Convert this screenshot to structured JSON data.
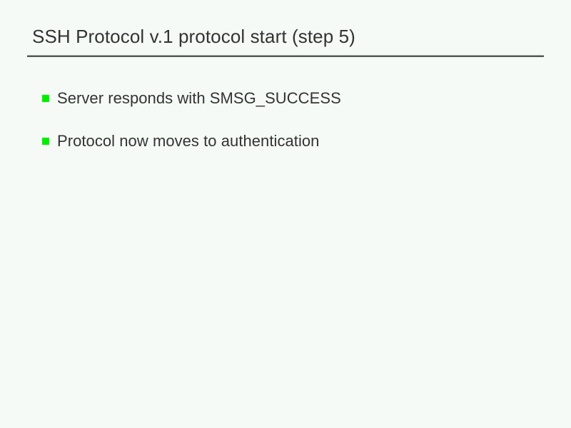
{
  "slide": {
    "title": "SSH Protocol v.1 protocol start (step 5)",
    "bullets": [
      {
        "marker": "green-square-bullet-icon",
        "text": "Server responds with SMSG_SUCCESS"
      },
      {
        "marker": "green-square-bullet-icon",
        "text": "Protocol now moves to authentication"
      }
    ],
    "colors": {
      "background": "#f5faf6",
      "title_text": "#333333",
      "body_text": "#333333",
      "bullet_marker": "#00ee00",
      "rule_light": "#a9b1a9",
      "rule_dark": "#555555"
    }
  }
}
